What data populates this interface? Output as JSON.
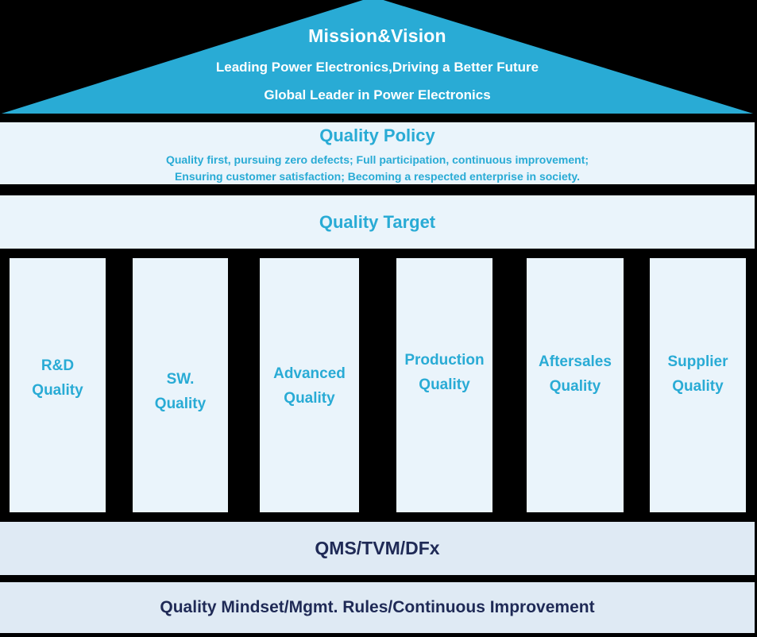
{
  "roof": {
    "title": "Mission&Vision",
    "subtitle1": "Leading Power Electronics,Driving a Better Future",
    "subtitle2": "Global Leader in Power Electronics"
  },
  "policy": {
    "title": "Quality Policy",
    "line1": "Quality first, pursuing zero defects; Full participation, continuous improvement;",
    "line2": "Ensuring customer satisfaction; Becoming a respected enterprise in society."
  },
  "target": {
    "title": "Quality Target"
  },
  "pillars": [
    {
      "line1": "R&D",
      "line2": "Quality"
    },
    {
      "line1": "SW.",
      "line2": "Quality"
    },
    {
      "line1": "Advanced",
      "line2": "Quality"
    },
    {
      "line1": "Production",
      "line2": "Quality"
    },
    {
      "line1": "Aftersales",
      "line2": "Quality"
    },
    {
      "line1": "Supplier",
      "line2": "Quality"
    }
  ],
  "foundation": {
    "qms": "QMS/TVM/DFx",
    "base": "Quality Mindset/Mgmt. Rules/Continuous Improvement"
  },
  "colors": {
    "roof_cyan": "#29ABD5",
    "accent_text_cyan": "#29ABD5",
    "light_band": "#EAF4FB",
    "foundation_band": "#DFEAF4",
    "navy_text": "#1F2A56",
    "background": "#000000",
    "roof_text": "#FFFFFF"
  }
}
